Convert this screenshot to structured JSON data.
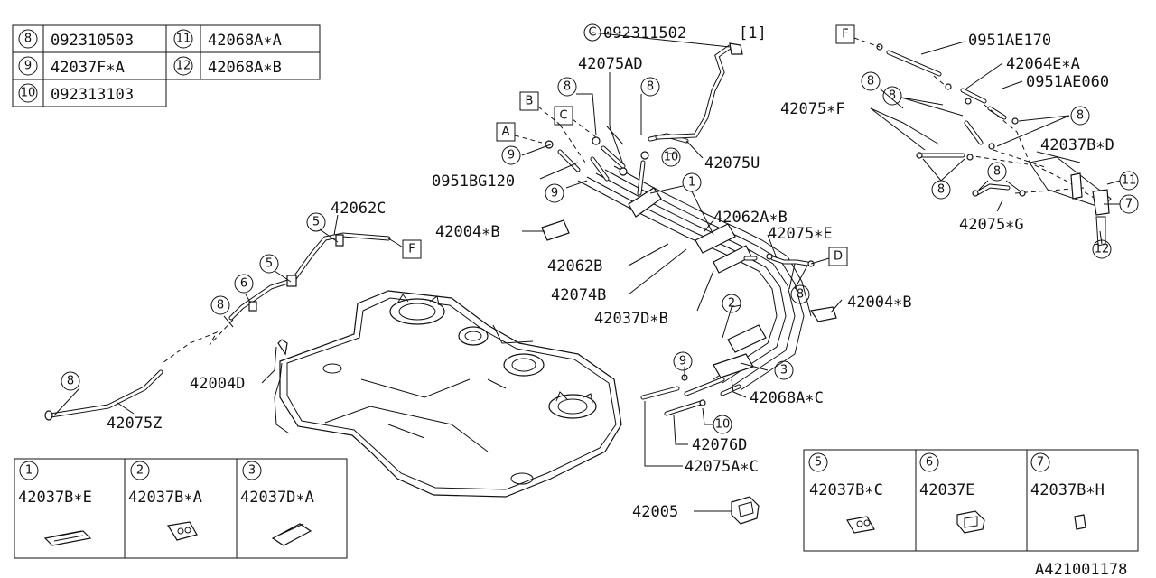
{
  "legend_top": [
    {
      "num": "8",
      "part": "092310503",
      "num2": "11",
      "part2": "42068A∗A"
    },
    {
      "num": "9",
      "part": "42037F∗A",
      "num2": "12",
      "part2": "42068A∗B"
    },
    {
      "num": "10",
      "part": "092313103"
    }
  ],
  "legend_bottom_left": [
    {
      "num": "1",
      "part": "42037B∗E"
    },
    {
      "num": "2",
      "part": "42037B∗A"
    },
    {
      "num": "3",
      "part": "42037D∗A"
    }
  ],
  "legend_bottom_right": [
    {
      "num": "5",
      "part": "42037B∗C"
    },
    {
      "num": "6",
      "part": "42037E"
    },
    {
      "num": "7",
      "part": "42037B∗H"
    }
  ],
  "ref_letters": [
    "A",
    "B",
    "C",
    "D",
    "F"
  ],
  "callout_c_part": "092311502",
  "callout_c_qty": "[1]",
  "labels": {
    "p42075AD": "42075AD",
    "p42075U": "42075U",
    "p0951BG120": "0951BG120",
    "p42004B_1": "42004∗B",
    "p42004B_2": "42004∗B",
    "p42062AB": "42062A∗B",
    "p42075E": "42075∗E",
    "p42062B": "42062B",
    "p42074B": "42074B",
    "p42037DB": "42037D∗B",
    "p42062C": "42062C",
    "p42004D": "42004D",
    "p42075Z": "42075Z",
    "p42068AC": "42068A∗C",
    "p42076D": "42076D",
    "p42075AC": "42075A∗C",
    "p42005": "42005",
    "p0951AE170": "0951AE170",
    "p42064EA": "42064E∗A",
    "p0951AE060": "0951AE060",
    "p42075F": "42075∗F",
    "p42037BD": "42037B∗D",
    "p42075G": "42075∗G"
  },
  "circles": {
    "c1": "1",
    "c2": "2",
    "c3": "3",
    "c5a": "5",
    "c5b": "5",
    "c6": "6",
    "c7": "7",
    "c8a": "8",
    "c8b": "8",
    "c8c": "8",
    "c8d": "8",
    "c8e": "8",
    "c8f": "8",
    "c8g": "8",
    "c8h": "8",
    "c8i": "8",
    "c8j": "8",
    "c8k": "8",
    "c9a": "9",
    "c9b": "9",
    "c9c": "9",
    "c10a": "10",
    "c10b": "10",
    "c11": "11",
    "c12": "12"
  },
  "diagram_code": "A421001178"
}
